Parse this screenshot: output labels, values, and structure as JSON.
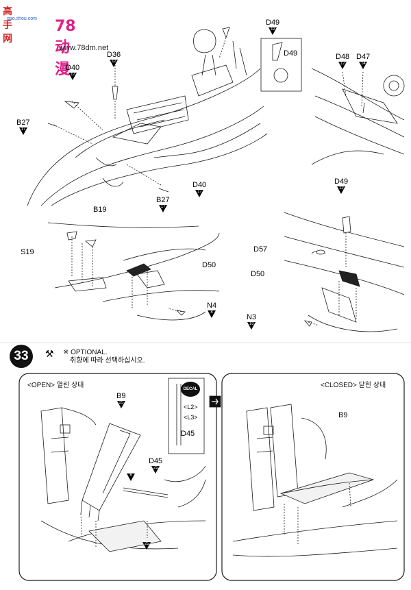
{
  "watermark": {
    "site_name": "高手网",
    "site_url_small": "gao.shou.com",
    "brand": "78动漫",
    "url": "www.78dm.net"
  },
  "step": {
    "number": "33",
    "optional_text": "※ OPTIONAL.",
    "optional_korean": "취향에 따라 선택하십시오."
  },
  "top_left_labels": [
    {
      "code": "D49",
      "sprue": "12"
    },
    {
      "code": "D36",
      "sprue": "12"
    },
    {
      "code": "D40",
      "sprue": "17"
    },
    {
      "code": "B27",
      "sprue": "17"
    },
    {
      "code": "D40",
      "sprue": "17"
    },
    {
      "code": "B27",
      "sprue": "17"
    }
  ],
  "inset": {
    "code": "D49"
  },
  "top_right_labels": [
    {
      "code": "D48",
      "sprue": "17"
    },
    {
      "code": "D47",
      "sprue": "14"
    }
  ],
  "mid_left_labels": {
    "b19": "B19",
    "s19": "S19",
    "d50": "D50",
    "n4": {
      "code": "N4",
      "sprue": "8"
    }
  },
  "mid_right_labels": {
    "d49": {
      "code": "D49",
      "sprue": "12"
    },
    "d57": "D57",
    "d50": "D50",
    "n3": {
      "code": "N3",
      "sprue": "10"
    }
  },
  "open_panel": {
    "title": "<OPEN> 열린 상태",
    "b9": {
      "code": "B9",
      "sprue": "25"
    },
    "d45": {
      "code": "D45",
      "sprue": "25"
    },
    "callout_6": "6",
    "bottom_sprue": "25",
    "decal_chip": "DECAL",
    "decal_labels": [
      "<L2>",
      "<L3>"
    ],
    "decal_part": "D45"
  },
  "closed_panel": {
    "title": "<CLOSED> 닫힌 상태",
    "b9": "B9"
  },
  "colors": {
    "line": "#1a1a1a",
    "watermark_red": "#d42020",
    "watermark_pink": "#e0218a"
  }
}
